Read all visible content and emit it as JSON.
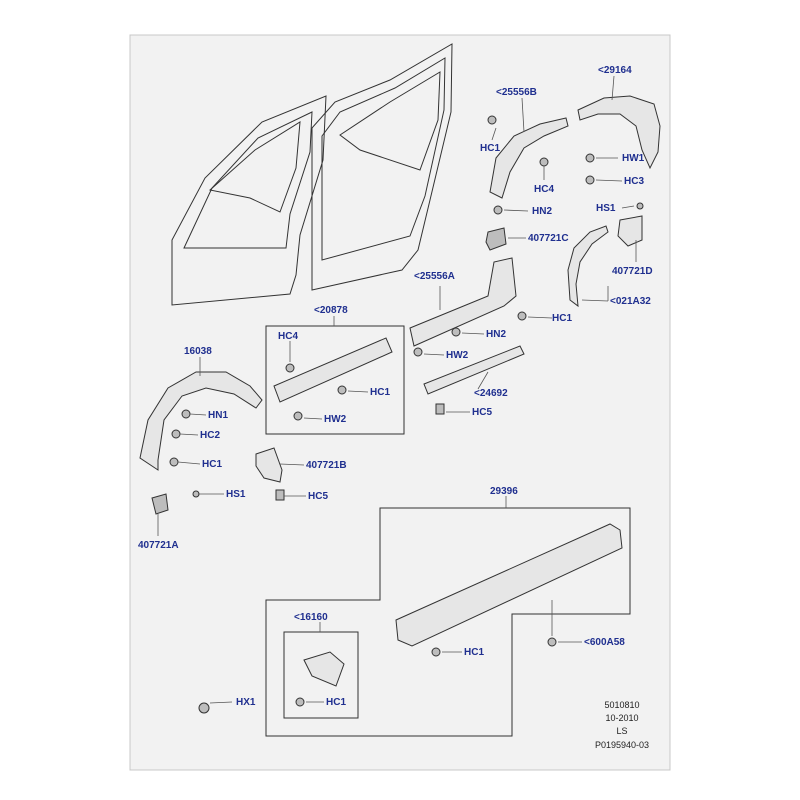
{
  "colors": {
    "label": "#1f2f8f",
    "frame": "#f2f2f2",
    "line": "#333333"
  },
  "labels": {
    "p29164": "<29164",
    "p25556b": "<25556B",
    "hc1_a": "HC1",
    "hc4_a": "HC4",
    "hw1": "HW1",
    "hc3": "HC3",
    "hn2_a": "HN2",
    "hs1_a": "HS1",
    "p407721c": "407721C",
    "p407721d": "407721D",
    "p25556a": "<25556A",
    "hc1_b": "HC1",
    "hn2_b": "HN2",
    "hw2_a": "HW2",
    "p021a32": "<021A32",
    "p20878": "<20878",
    "hc4_b": "HC4",
    "hc1_c": "HC1",
    "hw2_b": "HW2",
    "p24692": "<24692",
    "hc5_a": "HC5",
    "p16038": "16038",
    "hn1": "HN1",
    "hc2": "HC2",
    "hc1_d": "HC1",
    "p407721b": "407721B",
    "hs1_b": "HS1",
    "hc5_b": "HC5",
    "p407721a": "407721A",
    "p29396": "29396",
    "p16160": "<16160",
    "hc1_e": "HC1",
    "hc1_f": "HC1",
    "p600a58": "<600A58",
    "hx1": "HX1"
  },
  "footer": {
    "line1": "5010810",
    "line2": "10-2010",
    "line3": "LS",
    "line4": "P0195940-03"
  }
}
